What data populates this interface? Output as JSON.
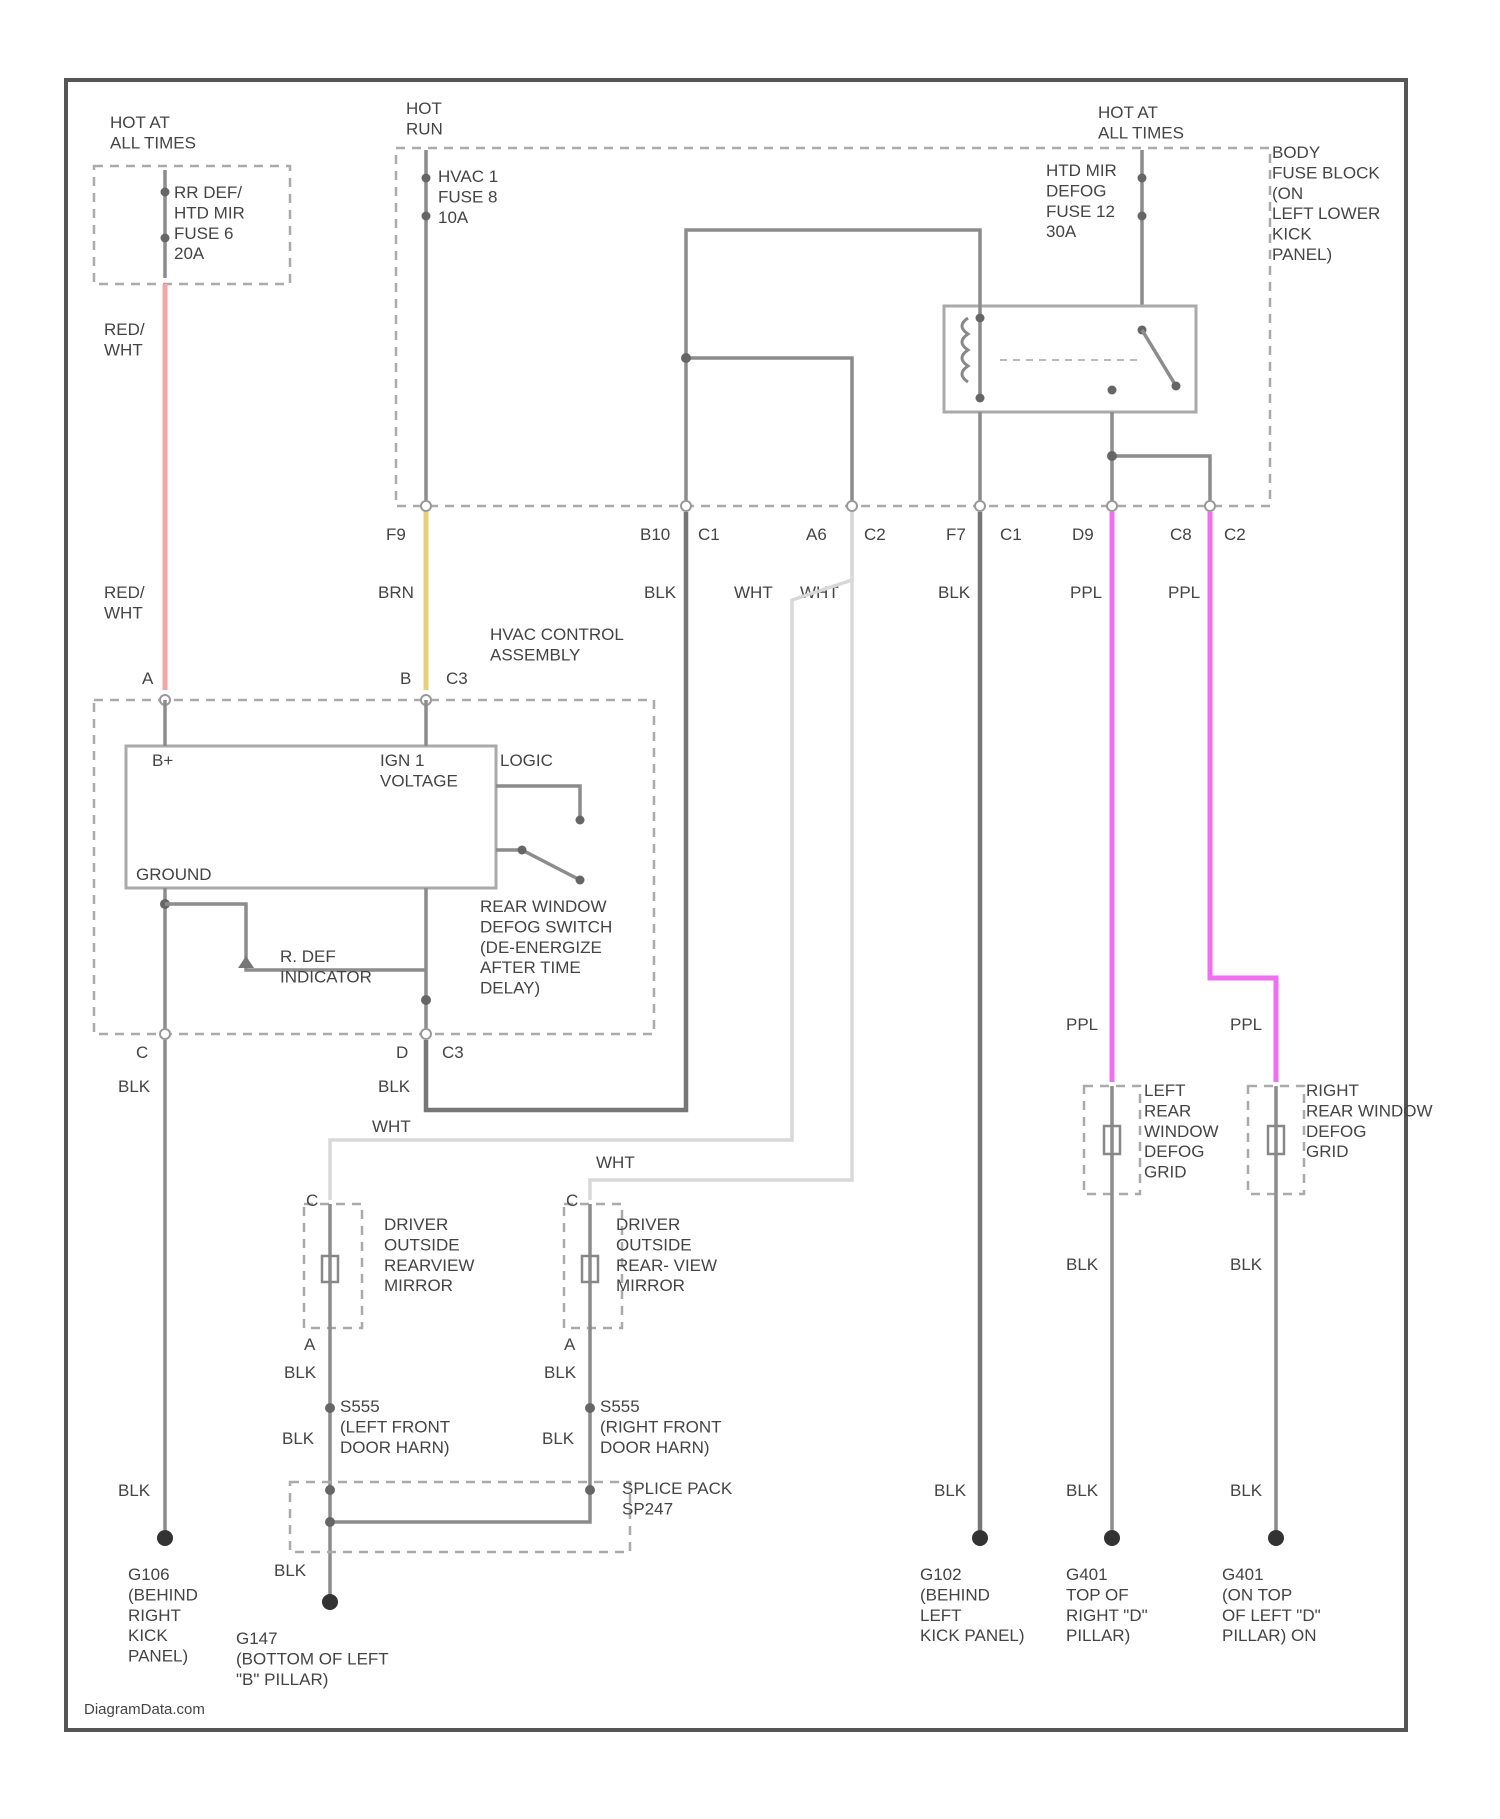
{
  "colors": {
    "red_wht": "#f4a7a7",
    "brn": "#e8cf7a",
    "ppl": "#f06ef0",
    "blk": "#777777",
    "wht": "#d8d8d8",
    "frame": "#555555"
  },
  "power_sources": {
    "left_hot": "HOT AT\nALL TIMES",
    "run_hot": "HOT\nRUN",
    "right_hot": "HOT AT\nALL TIMES"
  },
  "fuses": {
    "rr_defr": "RR DEF/\nHTD MIR\nFUSE 6\n20A",
    "hvac": "HVAC 1\nFUSE 8\n10A",
    "htd_mir": "HTD MIR\nDEFOG\nFUSE 12\n30A"
  },
  "fuse_block_label": "BODY\nFUSE BLOCK\n(ON\nLEFT LOWER\nKICK\nPANEL)",
  "connectors": {
    "f9": "F9",
    "b10_c1": "B10",
    "c1": "C1",
    "a6": "A6",
    "c2": "C2",
    "f7": "F7",
    "d9": "D9",
    "c8": "C8",
    "a": "A",
    "b": "B",
    "c3": "C3",
    "c": "C",
    "d": "D"
  },
  "wire_colors": {
    "red_wht": "RED/\nWHT",
    "brn": "BRN",
    "blk": "BLK",
    "wht": "WHT",
    "ppl": "PPL"
  },
  "hvac": {
    "title": "HVAC CONTROL\nASSEMBLY",
    "b_plus": "B+",
    "ign_voltage": "IGN 1\nVOLTAGE",
    "logic": "LOGIC",
    "ground": "GROUND",
    "r_def_indicator": "R. DEF\nINDICATOR",
    "switch": "REAR WINDOW\nDEFOG SWITCH\n(DE-ENERGIZE\nAFTER TIME\nDELAY)"
  },
  "grids": {
    "left": "LEFT\nREAR\nWINDOW\nDEFOG\nGRID",
    "right": "RIGHT\nREAR WINDOW\nDEFOG\nGRID"
  },
  "mirrors": {
    "driver": "DRIVER\nOUTSIDE\nREARVIEW\nMIRROR",
    "passenger": "DRIVER\nOUTSIDE\nREAR- VIEW\nMIRROR"
  },
  "splices": {
    "left": "S555\n(LEFT FRONT\nDOOR HARN)",
    "right": "S555\n(RIGHT FRONT\nDOOR HARN)",
    "pack": "SPLICE PACK\nSP247"
  },
  "grounds": {
    "g106": "G106\n(BEHIND\nRIGHT\nKICK\nPANEL)",
    "g147": "G147\n(BOTTOM OF LEFT\n\"B\" PILLAR)",
    "g102": "G102\n(BEHIND\nLEFT\nKICK PANEL)",
    "g401a": "G401\nTOP OF\nRIGHT \"D\"\nPILLAR)",
    "g401b": "G401\n(ON TOP\nOF LEFT \"D\"\nPILLAR) ON"
  },
  "watermark": "DiagramData.com"
}
